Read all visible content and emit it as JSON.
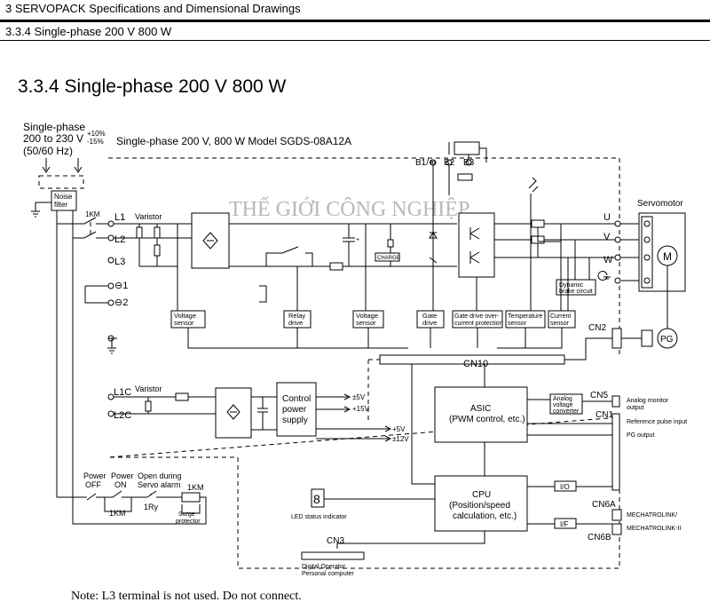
{
  "header": {
    "chapter": "3 SERVOPACK Specifications and Dimensional Drawings",
    "subsection": "3.3.4 Single-phase 200 V 800 W"
  },
  "section_title": "3.3.4 Single-phase 200 V 800 W",
  "watermark": "THẾ GIỚI CÔNG NGHIỆP",
  "supply": {
    "line1": "Single-phase",
    "line2": "200 to 230 V",
    "tol_plus": "+10%",
    "tol_minus": "-15%",
    "line3": "(50/60 Hz)"
  },
  "model_title": "Single-phase 200 V, 800 W Model SGDS-08A12A",
  "labels": {
    "noise_filter_1": "Noise",
    "noise_filter_2": "filter",
    "km_top": "1KM",
    "varistor_top": "Varistor",
    "varistor_ctrl": "Varistor",
    "L1": "L1",
    "L2": "L2",
    "L3": "L3",
    "t1": "⊖1",
    "t2": "⊖2",
    "L1C": "L1C",
    "L2C": "L2C",
    "B1": "B1/⊕",
    "B2": "B2",
    "B3": "B3",
    "U": "U",
    "V": "V",
    "W": "W",
    "servomotor": "Servomotor",
    "M": "M",
    "PG": "PG",
    "charge": "CHARGE",
    "CN1": "CN1",
    "CN2": "CN2",
    "CN3": "CN3",
    "CN5": "CN5",
    "CN6A": "CN6A",
    "CN6B": "CN6B",
    "CN10": "CN10"
  },
  "blocks": {
    "voltage_sensor_a_1": "Voltage",
    "voltage_sensor_a_2": "sensor",
    "relay_drive_1": "Relay",
    "relay_drive_2": "drive",
    "voltage_sensor_b_1": "Voltage",
    "voltage_sensor_b_2": "sensor",
    "gate_drive_1": "Gate",
    "gate_drive_2": "drive",
    "gate_drive_prot_1": "Gate drive over-",
    "gate_drive_prot_2": "current protection",
    "temp_sensor_1": "Temperature",
    "temp_sensor_2": "sensor",
    "current_sensor_1": "Current",
    "current_sensor_2": "sensor",
    "dynamic_brake_1": "Dynamic",
    "dynamic_brake_2": "brake circuit",
    "control_ps_1": "Control",
    "control_ps_2": "power",
    "control_ps_3": "supply",
    "asic_1": "ASIC",
    "asic_2": "(PWM control, etc.)",
    "cpu_1": "CPU",
    "cpu_2": "(Position/speed",
    "cpu_3": "calculation, etc.)",
    "analog_conv_1": "Analog",
    "analog_conv_2": "voltage",
    "analog_conv_3": "converter",
    "io": "I/O",
    "if": "I/F"
  },
  "power_rails": {
    "p5": "±5V",
    "p15": "+15V",
    "p5b": "+5V",
    "p12": "±12V"
  },
  "io_labels": {
    "analog_monitor_1": "Analog monitor",
    "analog_monitor_2": "output",
    "ref_pulse": "Reference pulse input",
    "pg_output": "PG output",
    "mech_1": "MECHATROLINK/",
    "mech_2": "MECHATROLINK-II",
    "led": "LED status indicator",
    "digital_op": "Digital Operator",
    "pc": "Personal computer"
  },
  "sequence": {
    "power_off_1": "Power",
    "power_off_2": "OFF",
    "power_on_1": "Power",
    "power_on_2": "ON",
    "open_alarm_1": "Open during",
    "open_alarm_2": "Servo alarm",
    "km_a": "1KM",
    "ry": "1Ry",
    "km_b": "1KM",
    "surge_1": "Surge",
    "surge_2": "protector"
  },
  "note": "Note: L3 terminal is not used. Do not connect."
}
